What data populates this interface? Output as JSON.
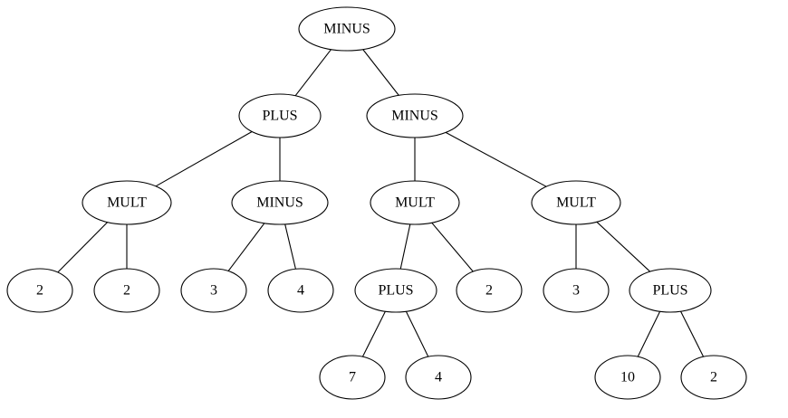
{
  "tree": {
    "nodes": [
      {
        "id": "n0",
        "label": "MINUS"
      },
      {
        "id": "n1",
        "label": "PLUS"
      },
      {
        "id": "n2",
        "label": "MINUS"
      },
      {
        "id": "n3",
        "label": "MULT"
      },
      {
        "id": "n4",
        "label": "MINUS"
      },
      {
        "id": "n5",
        "label": "MULT"
      },
      {
        "id": "n6",
        "label": "MULT"
      },
      {
        "id": "n7",
        "label": "2"
      },
      {
        "id": "n8",
        "label": "2"
      },
      {
        "id": "n9",
        "label": "3"
      },
      {
        "id": "n10",
        "label": "4"
      },
      {
        "id": "n11",
        "label": "PLUS"
      },
      {
        "id": "n12",
        "label": "2"
      },
      {
        "id": "n13",
        "label": "3"
      },
      {
        "id": "n14",
        "label": "PLUS"
      },
      {
        "id": "n15",
        "label": "7"
      },
      {
        "id": "n16",
        "label": "4"
      },
      {
        "id": "n17",
        "label": "10"
      },
      {
        "id": "n18",
        "label": "2"
      }
    ],
    "edges": [
      [
        "n0",
        "n1"
      ],
      [
        "n0",
        "n2"
      ],
      [
        "n1",
        "n3"
      ],
      [
        "n1",
        "n4"
      ],
      [
        "n2",
        "n5"
      ],
      [
        "n2",
        "n6"
      ],
      [
        "n3",
        "n7"
      ],
      [
        "n3",
        "n8"
      ],
      [
        "n4",
        "n9"
      ],
      [
        "n4",
        "n10"
      ],
      [
        "n5",
        "n11"
      ],
      [
        "n5",
        "n12"
      ],
      [
        "n6",
        "n13"
      ],
      [
        "n6",
        "n14"
      ],
      [
        "n11",
        "n15"
      ],
      [
        "n11",
        "n16"
      ],
      [
        "n14",
        "n17"
      ],
      [
        "n14",
        "n18"
      ]
    ]
  }
}
